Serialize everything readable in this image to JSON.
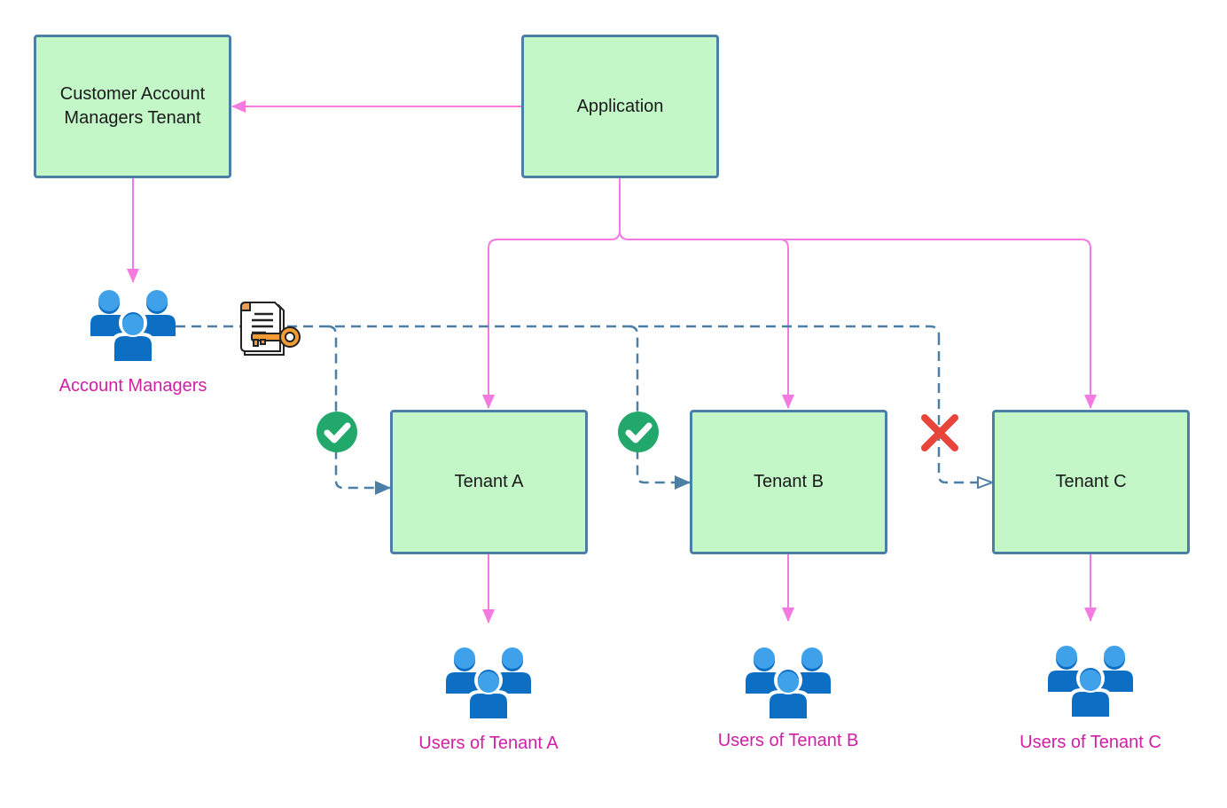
{
  "nodes": {
    "cam_tenant": "Customer Account Managers Tenant",
    "application": "Application",
    "tenant_a": "Tenant A",
    "tenant_b": "Tenant B",
    "tenant_c": "Tenant C"
  },
  "groups": {
    "account_managers": "Account Managers",
    "users_a": "Users of Tenant A",
    "users_b": "Users of Tenant B",
    "users_c": "Users of Tenant C"
  },
  "access": {
    "tenant_a": "allowed",
    "tenant_b": "allowed",
    "tenant_c": "denied"
  },
  "icons": {
    "users": "users-group-icon",
    "key": "certificate-key-icon",
    "allowed": "check-circle-icon",
    "denied": "red-x-icon"
  },
  "colors": {
    "box_fill": "#c3f7c8",
    "box_border": "#4b7fa6",
    "pink_connector": "#f57ae0",
    "blue_dashed": "#4b7fa6",
    "label_magenta": "#d11fa4",
    "user_icon": "#0d6fc4",
    "check_green": "#23a86b",
    "deny_red": "#e8443a"
  }
}
